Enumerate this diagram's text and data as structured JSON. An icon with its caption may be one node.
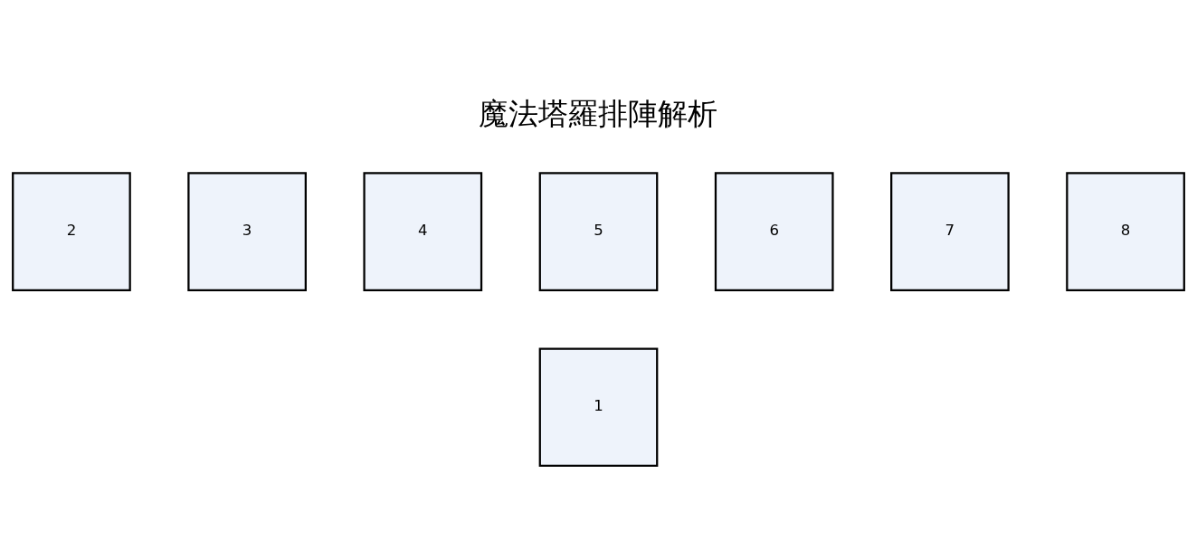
{
  "diagram": {
    "title": "魔法塔羅排陣解析",
    "nodes": [
      {
        "text": [
          "2"
        ]
      },
      {
        "text": [
          "3"
        ]
      },
      {
        "text": [
          "4"
        ]
      },
      {
        "text": [
          "5"
        ]
      },
      {
        "text": [
          "6"
        ]
      },
      {
        "text": [
          "7"
        ]
      },
      {
        "text": [
          "8"
        ]
      },
      {
        "text": [
          "1"
        ]
      }
    ],
    "edges": []
  }
}
